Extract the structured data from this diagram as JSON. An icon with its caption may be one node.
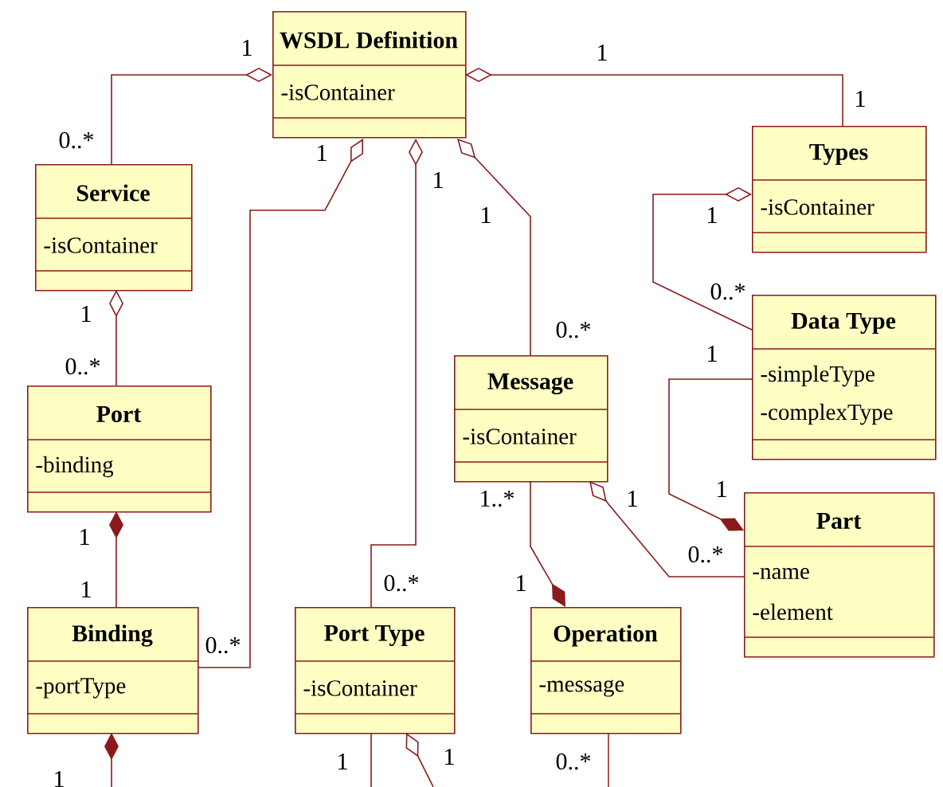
{
  "diagram": {
    "nodes": [
      {
        "text": [
          "WSDL Definition",
          "-isContainer"
        ]
      },
      {
        "text": [
          "Types",
          "-isContainer"
        ]
      },
      {
        "text": [
          "Service",
          "-isContainer"
        ]
      },
      {
        "text": [
          "Data Type",
          "-simpleType",
          "-complexType"
        ]
      },
      {
        "text": [
          "Message",
          "-isContainer"
        ]
      },
      {
        "text": [
          "Port",
          "-binding"
        ]
      },
      {
        "text": [
          "Part",
          "-name",
          "-element"
        ]
      },
      {
        "text": [
          "Binding",
          "-portType"
        ]
      },
      {
        "text": [
          "Port Type",
          "-isContainer"
        ]
      },
      {
        "text": [
          "Operation",
          "-message"
        ]
      }
    ],
    "edges": [
      {
        "from": 2,
        "to": 0,
        "arrow": "other"
      },
      {
        "from": 1,
        "to": 0,
        "arrow": "other"
      },
      {
        "from": 7,
        "to": 0,
        "arrow": "other"
      },
      {
        "from": 8,
        "to": 0,
        "arrow": "other"
      },
      {
        "from": 4,
        "to": 0,
        "arrow": "other"
      },
      {
        "from": 5,
        "to": 2,
        "arrow": "other"
      },
      {
        "from": 7,
        "to": 5,
        "arrow": "other"
      },
      {
        "from": 3,
        "to": 1,
        "arrow": "other"
      },
      {
        "from": 3,
        "to": 6,
        "arrow": "other"
      },
      {
        "from": 6,
        "to": 4,
        "arrow": "other"
      },
      {
        "from": 4,
        "to": 9,
        "arrow": "other"
      },
      {
        "from": null,
        "to": 7,
        "arrow": "other"
      },
      {
        "from": 8,
        "to": null,
        "arrow": "none"
      },
      {
        "from": null,
        "to": 8,
        "arrow": "other"
      },
      {
        "from": 9,
        "to": null,
        "arrow": "none"
      }
    ],
    "labels": [
      "1",
      "1",
      "1",
      "0..*",
      "1",
      "1",
      "1",
      "1",
      "0..*",
      "1",
      "0..*",
      "1",
      "0..*",
      "1",
      "1..*",
      "1",
      "1",
      "0..*",
      "1",
      "0..*",
      "1",
      "0..*",
      "1",
      "1",
      "0..*",
      "1"
    ]
  }
}
